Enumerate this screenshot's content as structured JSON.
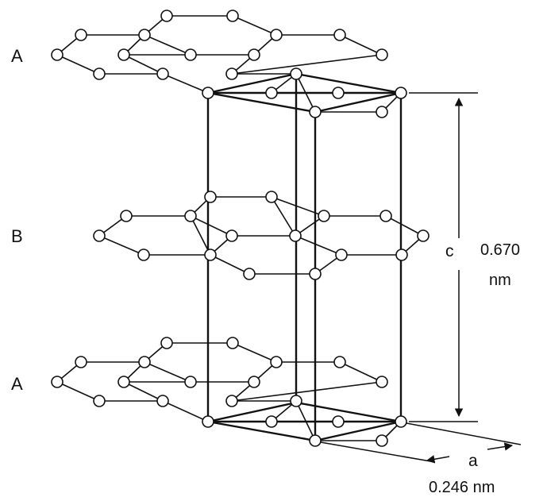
{
  "diagram": {
    "layer_top": "A",
    "layer_middle": "B",
    "layer_bottom": "A",
    "c_symbol": "c",
    "c_value": "0.670",
    "c_unit": "nm",
    "a_symbol": "a",
    "a_value": "0.246 nm"
  },
  "colors": {
    "ink": "#111111",
    "atom_fill": "#ffffff",
    "background": "#ffffff"
  }
}
